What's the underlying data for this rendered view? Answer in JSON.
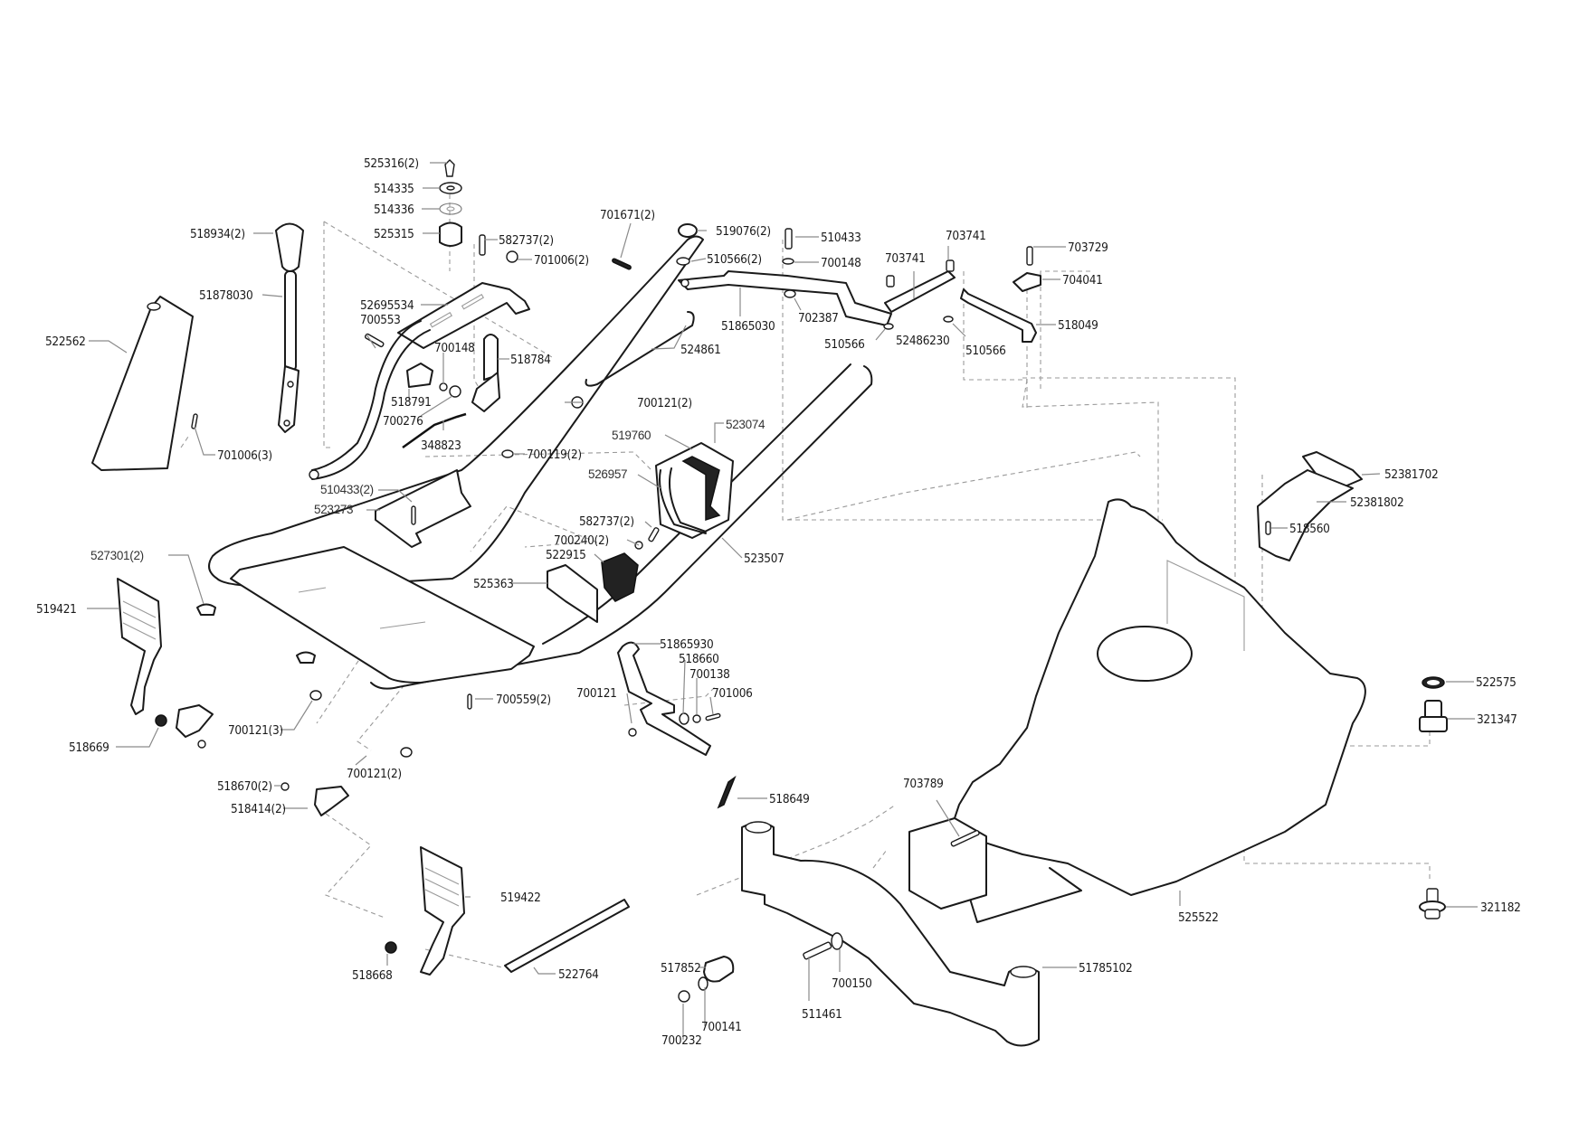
{
  "diagram": {
    "title": "Exploded parts view — handle, controls and deck",
    "colors": {
      "line": "#1a1a1a",
      "leader": "#8a8a8a",
      "background": "#ffffff"
    },
    "callouts": [
      {
        "id": "c01",
        "label": "525316(2)",
        "part": "key"
      },
      {
        "id": "c02",
        "label": "514335",
        "part": "nut"
      },
      {
        "id": "c03",
        "label": "514336",
        "part": "washer"
      },
      {
        "id": "c04",
        "label": "525315",
        "part": "ignition-switch"
      },
      {
        "id": "c05",
        "label": "518934(2)",
        "part": "lever-knob"
      },
      {
        "id": "c06",
        "label": "51878030",
        "part": "throttle-lever"
      },
      {
        "id": "c07",
        "label": "582737(2)",
        "part": "screw"
      },
      {
        "id": "c08",
        "label": "701006(2)",
        "part": "rivet"
      },
      {
        "id": "c09",
        "label": "52695534",
        "part": "switch-bracket"
      },
      {
        "id": "c10",
        "label": "700553",
        "part": "screw"
      },
      {
        "id": "c11",
        "label": "700148",
        "part": "washer"
      },
      {
        "id": "c12",
        "label": "518784",
        "part": "brake-lever"
      },
      {
        "id": "c13",
        "label": "518791",
        "part": "cable-clamp"
      },
      {
        "id": "c14",
        "label": "700276",
        "part": "nut"
      },
      {
        "id": "c15",
        "label": "348823",
        "part": "cable"
      },
      {
        "id": "c16",
        "label": "522562",
        "part": "cover"
      },
      {
        "id": "c17",
        "label": "701006(3)",
        "part": "rivet"
      },
      {
        "id": "c18",
        "label": "510433(2)",
        "part": "bolt"
      },
      {
        "id": "c19",
        "label": "523273",
        "part": "bracket"
      },
      {
        "id": "c20",
        "label": "701671(2)",
        "part": "pin"
      },
      {
        "id": "c21",
        "label": "519076(2)",
        "part": "end-cap"
      },
      {
        "id": "c22",
        "label": "510566(2)",
        "part": "washer"
      },
      {
        "id": "c23",
        "label": "524861",
        "part": "link-rod"
      },
      {
        "id": "c24",
        "label": "51865030",
        "part": "steering-link"
      },
      {
        "id": "c25",
        "label": "700121(2)",
        "part": "nut"
      },
      {
        "id": "c26",
        "label": "700119(2)",
        "part": "nut"
      },
      {
        "id": "c27",
        "label": "510433",
        "part": "bolt"
      },
      {
        "id": "c28",
        "label": "700148",
        "part": "washer"
      },
      {
        "id": "c29",
        "label": "702387",
        "part": "spacer"
      },
      {
        "id": "c30",
        "label": "510566",
        "part": "washer"
      },
      {
        "id": "c31",
        "label": "703741",
        "part": "pin"
      },
      {
        "id": "c32",
        "label": "703741",
        "part": "pin"
      },
      {
        "id": "c33",
        "label": "52486230",
        "part": "link-arm"
      },
      {
        "id": "c34",
        "label": "510566",
        "part": "washer"
      },
      {
        "id": "c35",
        "label": "703729",
        "part": "bolt"
      },
      {
        "id": "c36",
        "label": "704041",
        "part": "clip"
      },
      {
        "id": "c37",
        "label": "518049",
        "part": "arm"
      },
      {
        "id": "c38",
        "label": "523074",
        "part": "battery-strap"
      },
      {
        "id": "c39",
        "label": "519760",
        "part": "strap"
      },
      {
        "id": "c40",
        "label": "526957",
        "part": "wire-harness"
      },
      {
        "id": "c41",
        "label": "582737(2)",
        "part": "screw"
      },
      {
        "id": "c42",
        "label": "700240(2)",
        "part": "washer"
      },
      {
        "id": "c43",
        "label": "522915",
        "part": "relay"
      },
      {
        "id": "c44",
        "label": "525363",
        "part": "bracket"
      },
      {
        "id": "c45",
        "label": "523507",
        "part": "battery"
      },
      {
        "id": "c46",
        "label": "527301(2)",
        "part": "clip"
      },
      {
        "id": "c47",
        "label": "519421",
        "part": "pedal-left"
      },
      {
        "id": "c48",
        "label": "518669",
        "part": "bushing"
      },
      {
        "id": "c49",
        "label": "700121(3)",
        "part": "nut"
      },
      {
        "id": "c50",
        "label": "700559(2)",
        "part": "screw"
      },
      {
        "id": "c51",
        "label": "700121(2)",
        "part": "nut"
      },
      {
        "id": "c52",
        "label": "518670(2)",
        "part": "washer"
      },
      {
        "id": "c53",
        "label": "518414(2)",
        "part": "pedal-bracket"
      },
      {
        "id": "c54",
        "label": "519422",
        "part": "pedal-right"
      },
      {
        "id": "c55",
        "label": "518668",
        "part": "bushing"
      },
      {
        "id": "c56",
        "label": "522764",
        "part": "rod"
      },
      {
        "id": "c57",
        "label": "51865930",
        "part": "lever"
      },
      {
        "id": "c58",
        "label": "518660",
        "part": "spacer"
      },
      {
        "id": "c59",
        "label": "700138",
        "part": "washer"
      },
      {
        "id": "c60",
        "label": "701006",
        "part": "rivet"
      },
      {
        "id": "c61",
        "label": "700121",
        "part": "nut"
      },
      {
        "id": "c62",
        "label": "518649",
        "part": "spring"
      },
      {
        "id": "c63",
        "label": "703789",
        "part": "bolt"
      },
      {
        "id": "c64",
        "label": "517852",
        "part": "bushing"
      },
      {
        "id": "c65",
        "label": "700141",
        "part": "washer"
      },
      {
        "id": "c66",
        "label": "700232",
        "part": "circlip"
      },
      {
        "id": "c67",
        "label": "511461",
        "part": "bolt"
      },
      {
        "id": "c68",
        "label": "700150",
        "part": "washer"
      },
      {
        "id": "c69",
        "label": "51785102",
        "part": "front-axle"
      },
      {
        "id": "c70",
        "label": "525522",
        "part": "chassis"
      },
      {
        "id": "c71",
        "label": "52381702",
        "part": "guard"
      },
      {
        "id": "c72",
        "label": "52381802",
        "part": "guard"
      },
      {
        "id": "c73",
        "label": "518560",
        "part": "screw"
      },
      {
        "id": "c74",
        "label": "522575",
        "part": "seal"
      },
      {
        "id": "c75",
        "label": "321347",
        "part": "fitting"
      },
      {
        "id": "c76",
        "label": "321182",
        "part": "drain-plug"
      }
    ]
  }
}
